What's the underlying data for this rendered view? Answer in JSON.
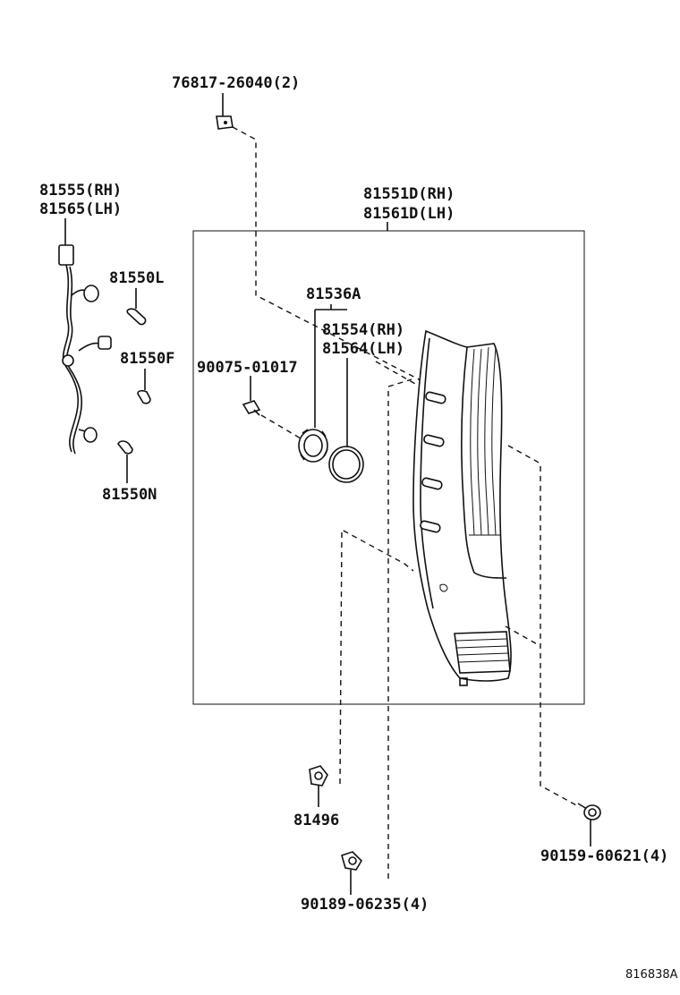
{
  "labels": {
    "clip_76817": "76817-26040(2)",
    "socket_rh": "81555(RH)",
    "socket_lh": "81565(LH)",
    "lens_rh": "81551D(RH)",
    "lens_lh": "81561D(LH)",
    "bulb_81550L": "81550L",
    "bulb_81550F": "81550F",
    "bulb_81550N": "81550N",
    "socket_81536A": "81536A",
    "gasket_rh": "81554(RH)",
    "gasket_lh": "81564(LH)",
    "screw_90075": "90075-01017",
    "nut_81496": "81496",
    "screw_90159": "90159-60621(4)",
    "clip_90189": "90189-06235(4)",
    "diagram_ref": "816838A"
  }
}
